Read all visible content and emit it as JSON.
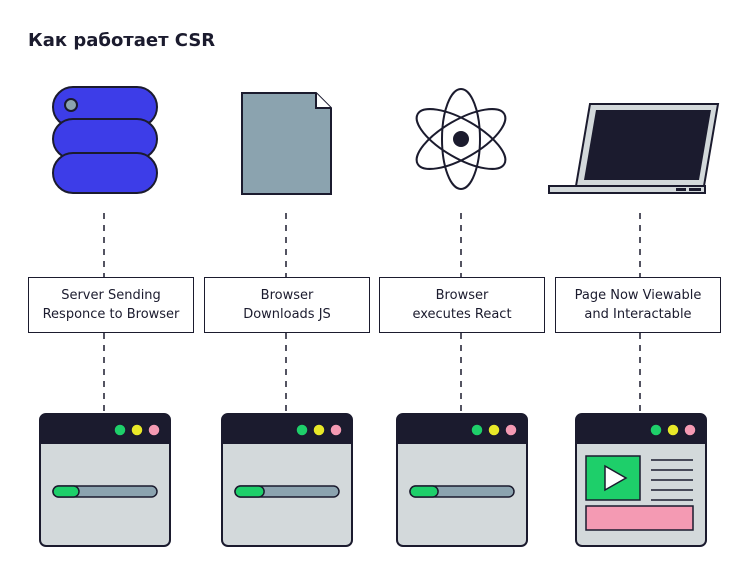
{
  "title": "Как работает CSR",
  "steps": [
    {
      "label": "Server Sending\nResponce to Browser",
      "icon": "server-icon",
      "window_state": "loading",
      "progress": 0.25
    },
    {
      "label": "Browser\nDownloads JS",
      "icon": "document-icon",
      "window_state": "loading",
      "progress": 0.28
    },
    {
      "label": "Browser\nexecutes React",
      "icon": "atom-icon",
      "window_state": "loading",
      "progress": 0.27
    },
    {
      "label": "Page Now Viewable\nand Interactable",
      "icon": "laptop-icon",
      "window_state": "loaded"
    }
  ],
  "colors": {
    "ink": "#1b1b2e",
    "server": "#3d3de8",
    "document": "#8ba3af",
    "window_body": "#d3d9db",
    "window_bar": "#1b1b2e",
    "dot_green": "#1ecf6a",
    "dot_yellow": "#e8e828",
    "dot_pink": "#f49ab3",
    "progress_fill": "#1ecf6a",
    "progress_track": "#8ba3af",
    "media": "#1ecf6a",
    "media_banner": "#f49ab3",
    "laptop_body": "#d3d9db",
    "laptop_screen": "#1b1b2e"
  }
}
